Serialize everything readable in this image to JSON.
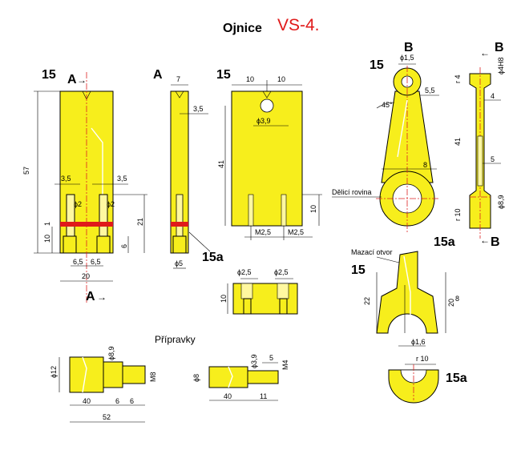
{
  "title": {
    "main": "Ojnice",
    "code": "VS-4."
  },
  "accent_color": "#e01a1a",
  "part_color": "#f7ee1c",
  "labels": {
    "p15_a": "15",
    "p15_b": "15",
    "p15_c": "15",
    "p15_d": "15",
    "p15a_a": "15a",
    "p15a_b": "15a",
    "p15a_c": "15a",
    "sec_a1": "A",
    "sec_a2": "A",
    "sec_a3": "A",
    "sec_b1": "B",
    "sec_b2": "B",
    "sec_b3": "B",
    "arrow": "→",
    "arrow_l": "←",
    "delici": "Dělicí rovina",
    "mazaci": "Mazací otvor",
    "pripravky": "Přípravky"
  },
  "dims": {
    "d57": "57",
    "d10a": "10",
    "d1": "1",
    "d21": "21",
    "d6a": "6",
    "d35a": "3,5",
    "d35b": "3,5",
    "d2a": "ϕ2",
    "d2b": "ϕ2",
    "d65a": "6,5",
    "d65b": "6,5",
    "d20a": "20",
    "d7": "7",
    "d35c": "3,5",
    "d5a": "ϕ5",
    "d10b": "10",
    "d10c": "10",
    "d39a": "ϕ3,9",
    "d41a": "41",
    "d10d": "10",
    "m25a": "M2,5",
    "m25b": "M2,5",
    "d25a": "ϕ2,5",
    "d25b": "ϕ2,5",
    "d10e": "10",
    "d15a": "ϕ1,5",
    "d55": "5,5",
    "d45": "45°",
    "d8a": "8",
    "d4h8": "ϕ4H8",
    "r4": "r 4",
    "d4": "4",
    "d41b": "41",
    "d5b": "5",
    "d89a": "ϕ8,9",
    "r10a": "r 10",
    "d22": "22",
    "d20b": "20",
    "d8b": "8",
    "d16": "ϕ1,6",
    "r10b": "r 10",
    "d12": "ϕ12",
    "d89b": "ϕ8,9",
    "m8": "M8",
    "d40a": "40",
    "d6b": "6",
    "d6c": "6",
    "d52": "52",
    "d8c": "ϕ8",
    "d39b": "ϕ3,9",
    "d5c": "5",
    "m4": "M4",
    "d40b": "40",
    "d11": "11"
  }
}
